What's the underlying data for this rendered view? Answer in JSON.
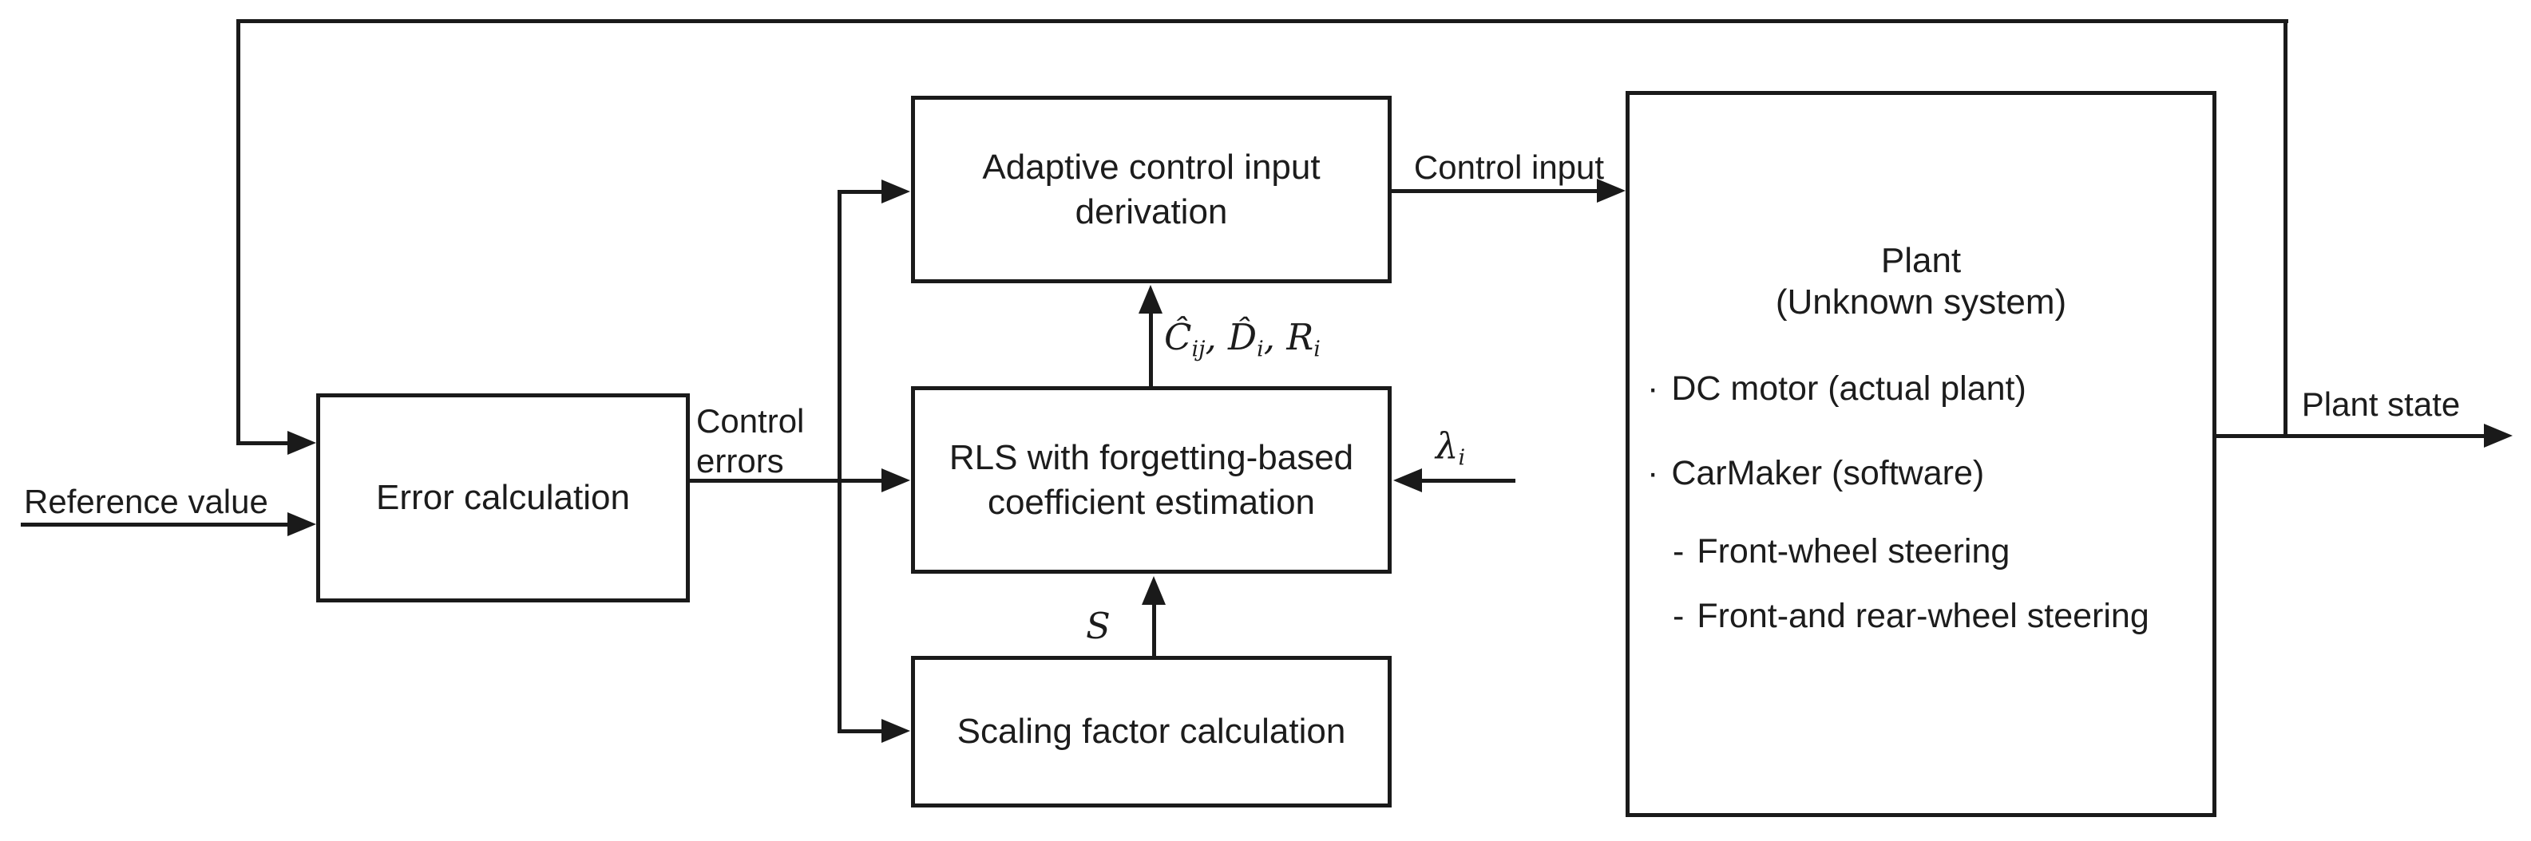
{
  "colors": {
    "background": "#ffffff",
    "line": "#1a1a1a",
    "text": "#1c1c1c"
  },
  "blocks": {
    "error_calculation": {
      "label": "Error calculation"
    },
    "adaptive": {
      "line1": "Adaptive control input",
      "line2": "derivation"
    },
    "rls": {
      "line1": "RLS with forgetting-based",
      "line2": "coefficient estimation"
    },
    "scaling": {
      "label": "Scaling factor calculation"
    },
    "plant": {
      "title": "Plant",
      "subtitle": "(Unknown system)",
      "items": [
        {
          "marker": "·",
          "text": "DC motor (actual plant)"
        },
        {
          "marker": "·",
          "text": "CarMaker (software)"
        },
        {
          "marker": "-",
          "text": "Front-wheel steering"
        },
        {
          "marker": "-",
          "text": "Front-and rear-wheel steering"
        }
      ]
    }
  },
  "edge_labels": {
    "reference_value": "Reference value",
    "control_errors_line1": "Control",
    "control_errors_line2": "errors",
    "control_input": "Control input",
    "plant_state": "Plant state"
  },
  "math_labels": {
    "coefficients": {
      "c": "Ĉ",
      "c_sub": "ij",
      "d": ", D̂",
      "d_sub": "i",
      "r": ", R",
      "r_sub": "i"
    },
    "forgetting_factor": {
      "base": "λ",
      "sub": "i"
    },
    "scaling_factor": "S"
  }
}
